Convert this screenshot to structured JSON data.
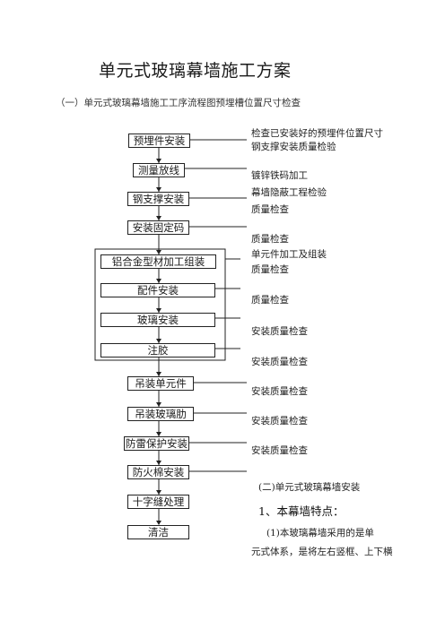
{
  "doc": {
    "title": "单元式玻璃幕墙施工方案",
    "subtitle": "（一）单元式玻璃幕墙施工工序流程图预埋槽位置尺寸检查"
  },
  "flow": {
    "steps": [
      "预埋件安装",
      "测量放线",
      "钢支撑安装",
      "安装固定码",
      "吊装单元件",
      "吊装玻璃肋",
      "防雷保护安装",
      "防火棉安装",
      "十字缝处理",
      "清洁"
    ],
    "group": [
      "铝合金型材加工组装",
      "配件安装",
      "玻璃安装",
      "注胶"
    ]
  },
  "notes": [
    "检查已安装好的预埋件位置尺寸",
    "钢支撑安装质量检验",
    "镀锌铁码加工",
    "幕墙隐蔽工程检验",
    "质量检查",
    "质量检查",
    "单元件加工及组装",
    "质量检查",
    "质量检查",
    "安装质量检查",
    "安装质量检查",
    "安装质量检查",
    "安装质量检查",
    "安装质量检查"
  ],
  "section2": {
    "heading": "(二)单元式玻璃幕墙安装",
    "feature": "1、本幕墙特点：",
    "para1": "(1)本玻璃幕墙采用的是单",
    "para2": "元式体系，是将左右竖框、上下横"
  }
}
